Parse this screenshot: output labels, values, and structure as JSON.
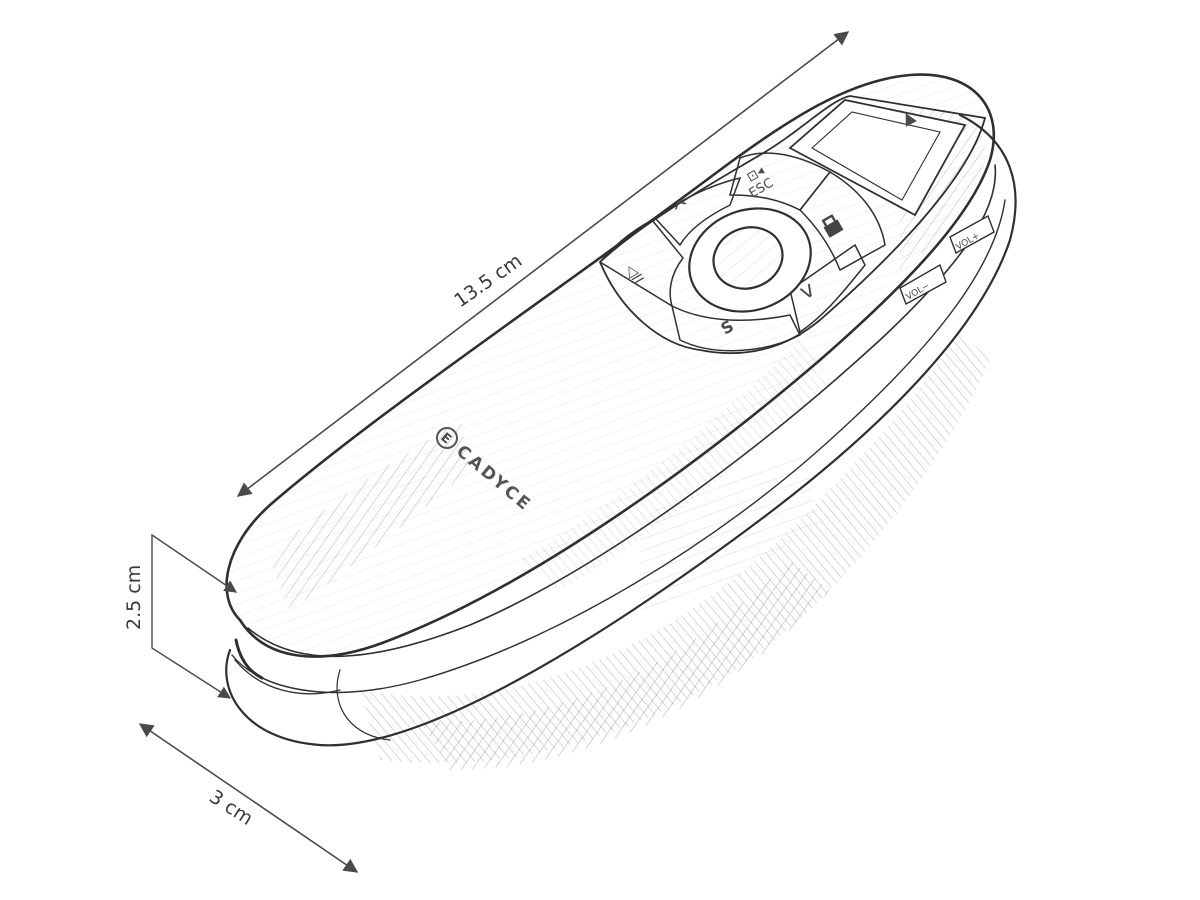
{
  "dimensions": {
    "length": "13.5 cm",
    "height": "2.5 cm",
    "width": "3 cm"
  },
  "device": {
    "brand": "CADYCE",
    "logo_letter": "E",
    "buttons": {
      "laser": "▲",
      "esc": "ESC",
      "esc_icon": "⊡◂",
      "play_pause": "◁ll",
      "page_up": "^",
      "page_down": "v",
      "s_key": "S",
      "lock_icon": "lock-icon",
      "vol_minus": "VOL−",
      "vol_plus": "VOL+"
    }
  },
  "colors": {
    "line": "#2f2f2f",
    "hatch": "#5a5a5a",
    "paper": "#ffffff"
  }
}
